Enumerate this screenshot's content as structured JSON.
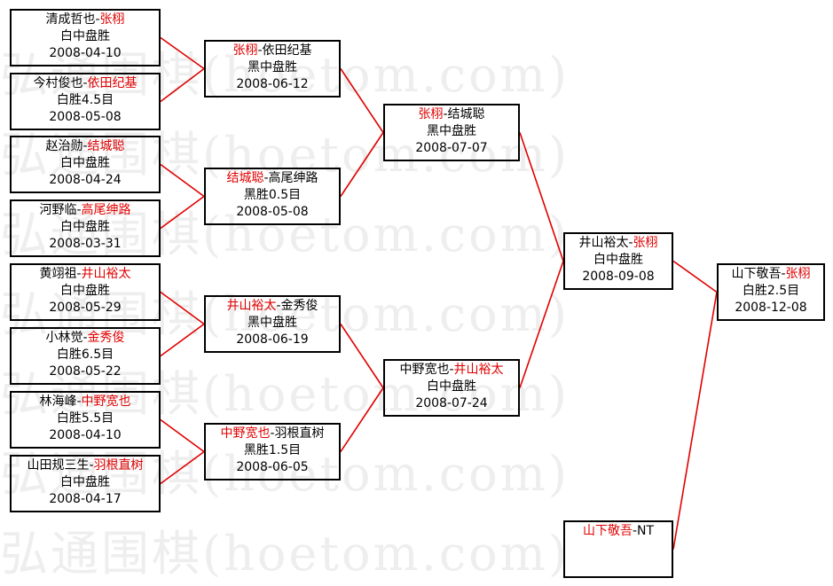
{
  "watermark": "弘通围棋(hoetom.com)",
  "line_color": "#e00000",
  "winner_color": "#e00000",
  "matches": {
    "r1_1": {
      "p1": "清成哲也",
      "p2": "张栩",
      "winner": 2,
      "result": "白中盘胜",
      "date": "2008-04-10"
    },
    "r1_2": {
      "p1": "今村俊也",
      "p2": "依田纪基",
      "winner": 2,
      "result": "白胜4.5目",
      "date": "2008-05-08"
    },
    "r1_3": {
      "p1": "赵治勋",
      "p2": "结城聪",
      "winner": 2,
      "result": "白中盘胜",
      "date": "2008-04-24"
    },
    "r1_4": {
      "p1": "河野临",
      "p2": "高尾绅路",
      "winner": 2,
      "result": "白中盘胜",
      "date": "2008-03-31"
    },
    "r1_5": {
      "p1": "黄翊祖",
      "p2": "井山裕太",
      "winner": 2,
      "result": "白中盘胜",
      "date": "2008-05-29"
    },
    "r1_6": {
      "p1": "小林觉",
      "p2": "金秀俊",
      "winner": 2,
      "result": "白胜6.5目",
      "date": "2008-05-22"
    },
    "r1_7": {
      "p1": "林海峰",
      "p2": "中野宽也",
      "winner": 2,
      "result": "白胜5.5目",
      "date": "2008-04-10"
    },
    "r1_8": {
      "p1": "山田规三生",
      "p2": "羽根直树",
      "winner": 2,
      "result": "白中盘胜",
      "date": "2008-04-17"
    },
    "r2_1": {
      "p1": "张栩",
      "p2": "依田纪基",
      "winner": 1,
      "result": "黑中盘胜",
      "date": "2008-06-12"
    },
    "r2_2": {
      "p1": "结城聪",
      "p2": "高尾绅路",
      "winner": 1,
      "result": "黑胜0.5目",
      "date": "2008-05-08"
    },
    "r2_3": {
      "p1": "井山裕太",
      "p2": "金秀俊",
      "winner": 1,
      "result": "黑中盘胜",
      "date": "2008-06-19"
    },
    "r2_4": {
      "p1": "中野宽也",
      "p2": "羽根直树",
      "winner": 1,
      "result": "黑胜1.5目",
      "date": "2008-06-05"
    },
    "r3_1": {
      "p1": "张栩",
      "p2": "结城聪",
      "winner": 1,
      "result": "黑中盘胜",
      "date": "2008-07-07"
    },
    "r3_2": {
      "p1": "中野宽也",
      "p2": "井山裕太",
      "winner": 2,
      "result": "白中盘胜",
      "date": "2008-07-24"
    },
    "r4_1": {
      "p1": "井山裕太",
      "p2": "张栩",
      "winner": 2,
      "result": "白中盘胜",
      "date": "2008-09-08"
    },
    "seed": {
      "p1": "山下敬吾",
      "p2": "NT",
      "winner": 1,
      "result": "",
      "date": ""
    },
    "final": {
      "p1": "山下敬吾",
      "p2": "张栩",
      "winner": 2,
      "result": "白胜2.5目",
      "date": "2008-12-08"
    }
  }
}
